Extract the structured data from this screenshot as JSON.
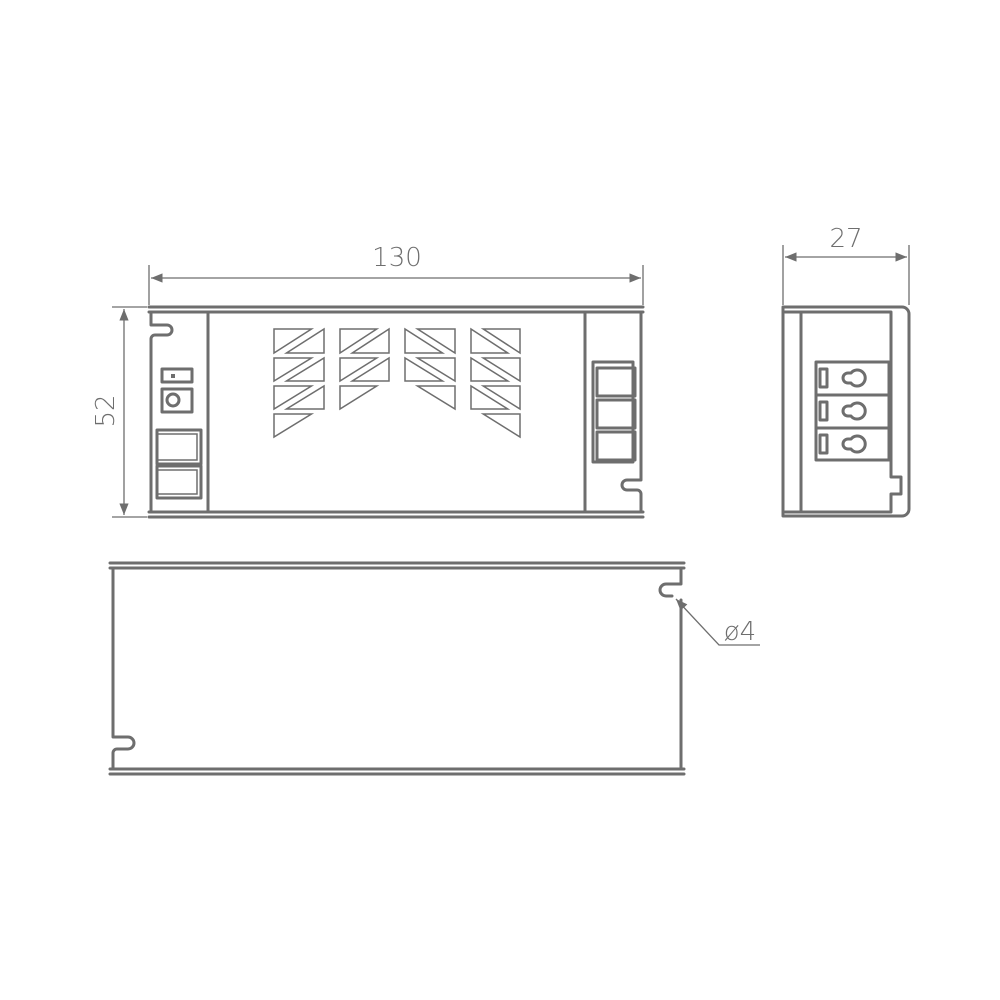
{
  "drawing": {
    "dimensions": {
      "length": "130",
      "height": "52",
      "width": "27",
      "hole_diameter": "ø4"
    },
    "line_color": "#6e6e6e"
  }
}
